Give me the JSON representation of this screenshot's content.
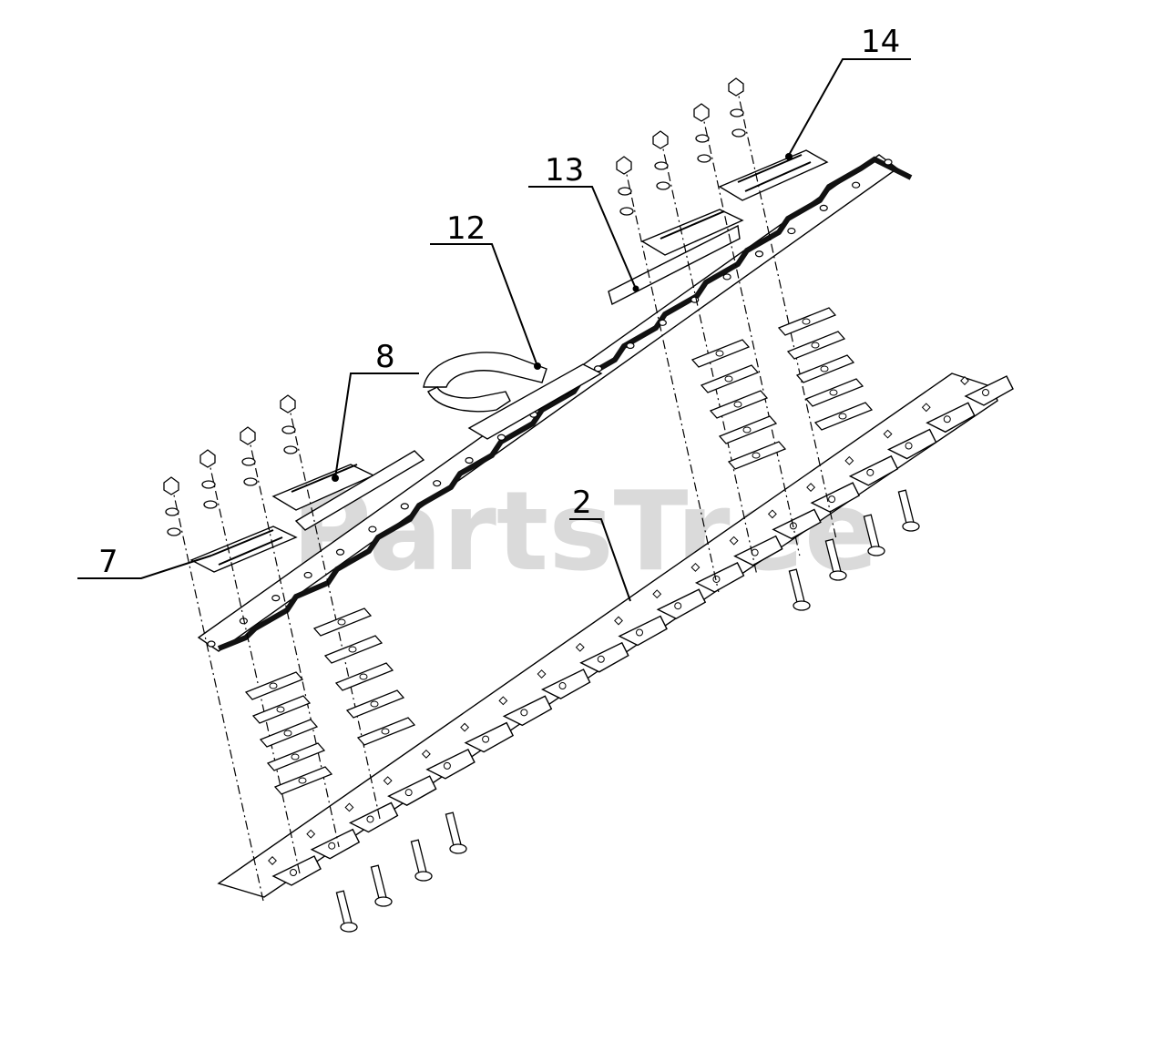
{
  "watermark": "PartsTree",
  "callouts": [
    {
      "id": "14",
      "label": "14"
    },
    {
      "id": "13",
      "label": "13"
    },
    {
      "id": "12",
      "label": "12"
    },
    {
      "id": "8",
      "label": "8"
    },
    {
      "id": "7",
      "label": "7"
    },
    {
      "id": "2",
      "label": "2"
    }
  ]
}
